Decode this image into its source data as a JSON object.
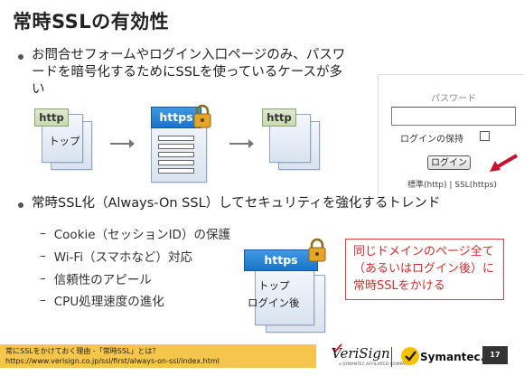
{
  "slide": {
    "title": "常時SSLの有効性",
    "bullets": [
      {
        "text": "お問合せフォームやログイン入口ページのみ、パスワードを暗号化するためにSSLを使っているケースが多い"
      },
      {
        "text": "常時SSL化（Always-On SSL）してセキュリティを強化するトレンド"
      }
    ],
    "subbullets": [
      {
        "dash": "–",
        "text": "Cookie（セッションID）の保護"
      },
      {
        "dash": "–",
        "text": "Wi-Fi（スマホなど）対応"
      },
      {
        "dash": "–",
        "text": "信頼性のアピール"
      },
      {
        "dash": "–",
        "text": "CPU処理速度の進化"
      }
    ]
  },
  "diagram1": {
    "doc_left": {
      "protocol": "http",
      "page": "トップ"
    },
    "doc_middle": {
      "protocol": "https"
    },
    "doc_right": {
      "protocol": "http"
    }
  },
  "login_panel": {
    "password_label": "パスワード",
    "remember_label": "ログインの保持",
    "remember_checked": false,
    "login_button": "ログイン",
    "std_links": "標準(http) | SSL(https)"
  },
  "diagram2": {
    "protocol": "https",
    "page_top": "トップ",
    "page_login": "ログイン後"
  },
  "callout": {
    "text": "同じドメインのページ全て（あるいはログイン後）に常時SSLをかける"
  },
  "footer": {
    "line1": "常にSSLをかけておく理由 -「常時SSL」とは？",
    "line2": "https://www.verisign.co.jp/ssl/first/always-on-ssl/index.html"
  },
  "logos": {
    "verisign": "VeriSign",
    "verisign_sub": "a SYMANTEC AFFILIATED COMPANY",
    "symantec": "Symantec."
  },
  "page_number": "17",
  "colors": {
    "accent_blue": "#1b73c6",
    "callout_red": "#d82a2a",
    "footer_yellow": "#f5c64b",
    "lock_gold": "#e8a427",
    "symantec_yellow": "#f7c200"
  }
}
